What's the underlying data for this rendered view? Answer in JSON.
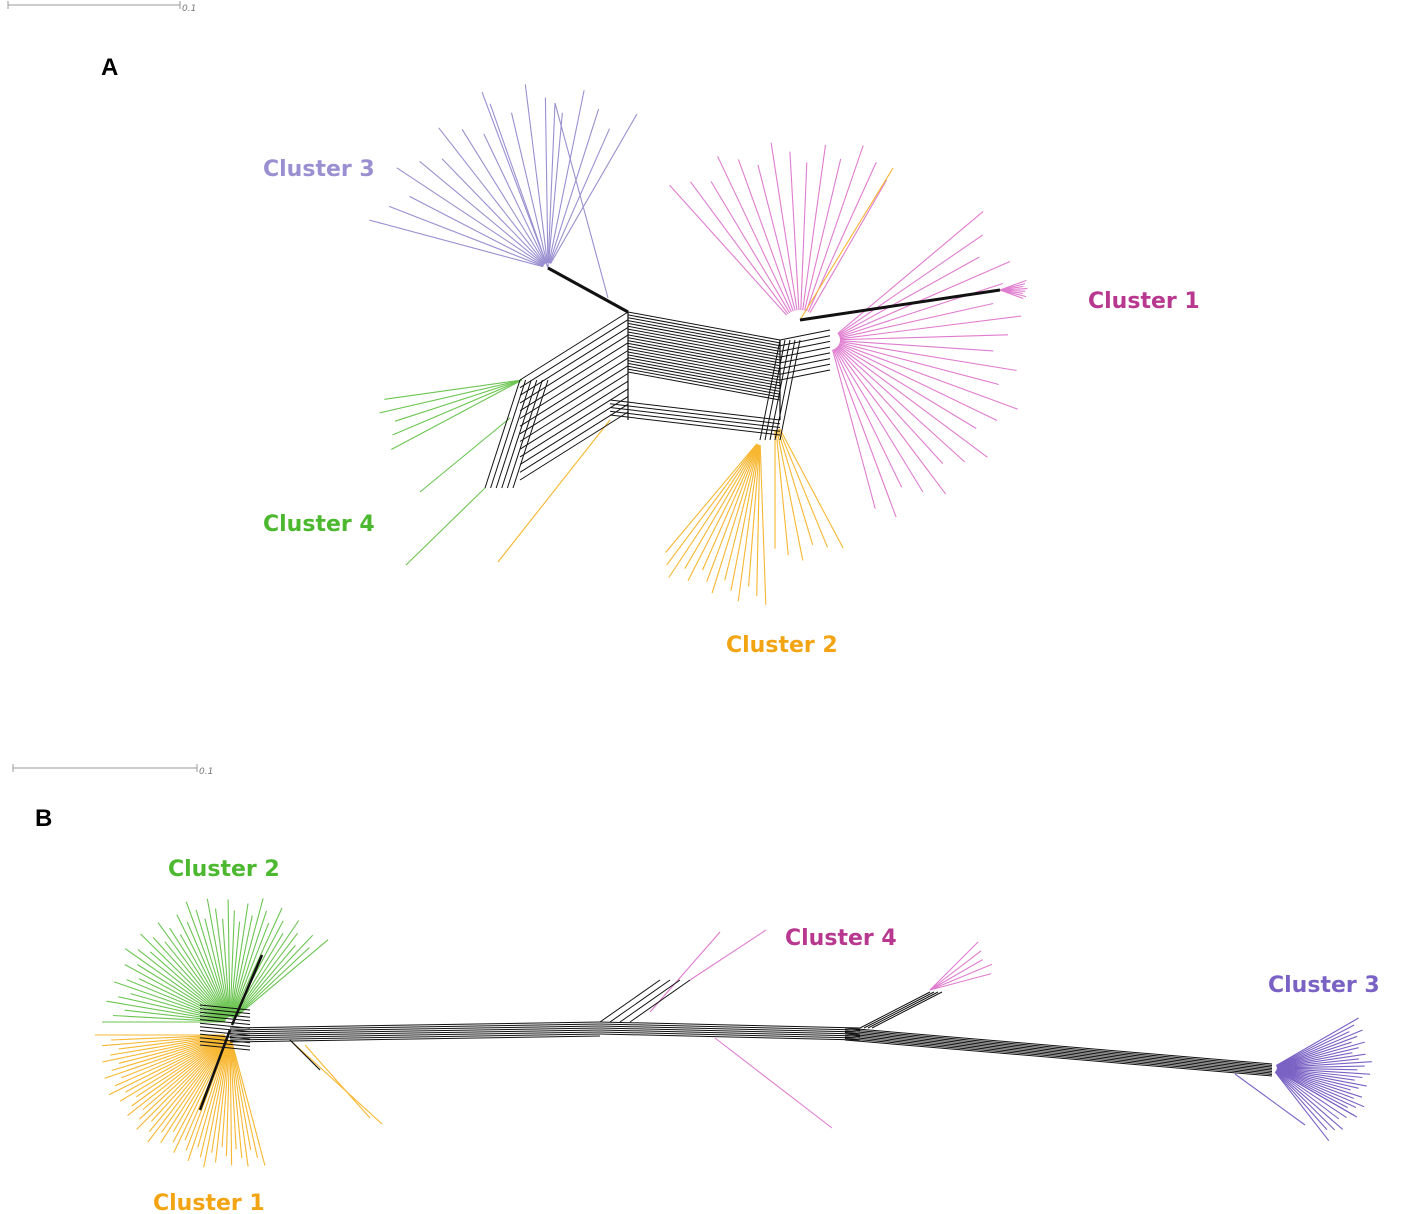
{
  "colors": {
    "purple": "#9a8fd0",
    "pink": "#e07ccf",
    "orange": "#f7b731",
    "green": "#6cc552",
    "magenta": "#b8388f",
    "violet": "#7a62c4",
    "green_label": "#4cb82f",
    "orange_label": "#f2a413",
    "network": "#111111"
  },
  "panel_a": {
    "letter": "A",
    "scale_label": "0.1",
    "clusters": [
      {
        "id": "c1",
        "label": "Cluster 1",
        "color_key": "magenta"
      },
      {
        "id": "c2",
        "label": "Cluster 2",
        "color_key": "orange_label"
      },
      {
        "id": "c3",
        "label": "Cluster 3",
        "color_key": "purple"
      },
      {
        "id": "c4",
        "label": "Cluster 4",
        "color_key": "green_label"
      }
    ]
  },
  "panel_b": {
    "letter": "B",
    "scale_label": "0.1",
    "clusters": [
      {
        "id": "c1",
        "label": "Cluster 1",
        "color_key": "orange_label"
      },
      {
        "id": "c2",
        "label": "Cluster 2",
        "color_key": "green_label"
      },
      {
        "id": "c3",
        "label": "Cluster 3",
        "color_key": "violet"
      },
      {
        "id": "c4",
        "label": "Cluster 4",
        "color_key": "magenta"
      }
    ]
  }
}
